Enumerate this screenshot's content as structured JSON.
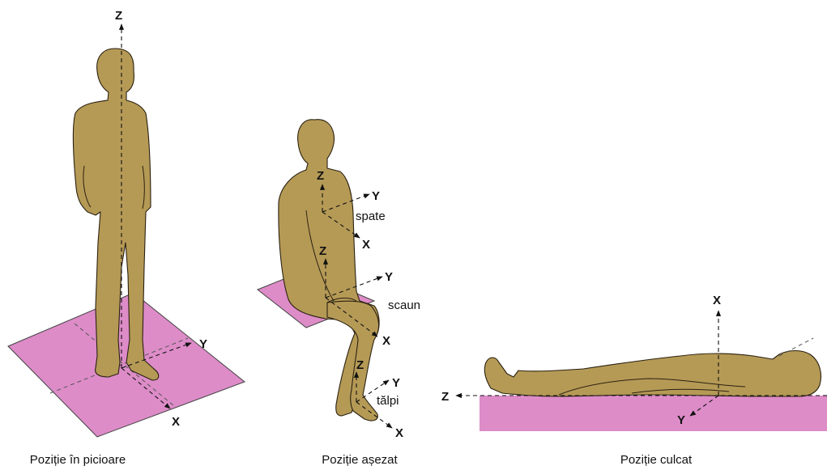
{
  "colors": {
    "body": "#b59a56",
    "surface": "#dd8cc8",
    "outline": "#2a2010"
  },
  "standing": {
    "axis_z": "Z",
    "axis_y": "Y",
    "axis_x": "X",
    "caption": "Poziție în picioare"
  },
  "seated": {
    "back": {
      "axis_z": "Z",
      "axis_y": "Y",
      "axis_x": "X",
      "label": "spate"
    },
    "seat": {
      "axis_z": "Z",
      "axis_y": "Y",
      "axis_x": "X",
      "label": "scaun"
    },
    "feet": {
      "axis_z": "Z",
      "axis_y": "Y",
      "axis_x": "X",
      "label": "tălpi"
    },
    "caption": "Poziție așezat"
  },
  "lying": {
    "axis_x": "X",
    "axis_z": "Z",
    "axis_y": "Y",
    "caption": "Poziție culcat"
  }
}
